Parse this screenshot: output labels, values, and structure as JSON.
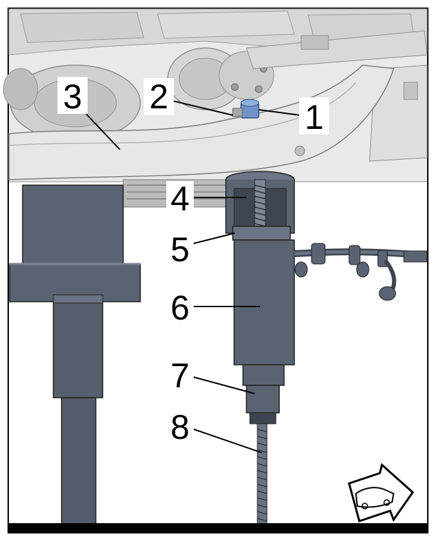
{
  "callouts": [
    {
      "id": "1",
      "label": "1"
    },
    {
      "id": "2",
      "label": "2"
    },
    {
      "id": "3",
      "label": "3"
    },
    {
      "id": "4",
      "label": "4"
    },
    {
      "id": "5",
      "label": "5"
    },
    {
      "id": "6",
      "label": "6"
    },
    {
      "id": "7",
      "label": "7"
    },
    {
      "id": "8",
      "label": "8"
    }
  ],
  "colors": {
    "frame": "#000000",
    "chassis_light": "#e4e4e4",
    "chassis_mid": "#c8c8c8",
    "chassis_dark": "#8e8e8e",
    "tool": "#586170",
    "tool_dark": "#3d4450",
    "highlight_part": "#6f95c8"
  },
  "icons": {
    "direction": "vehicle-direction-arrow-icon"
  }
}
